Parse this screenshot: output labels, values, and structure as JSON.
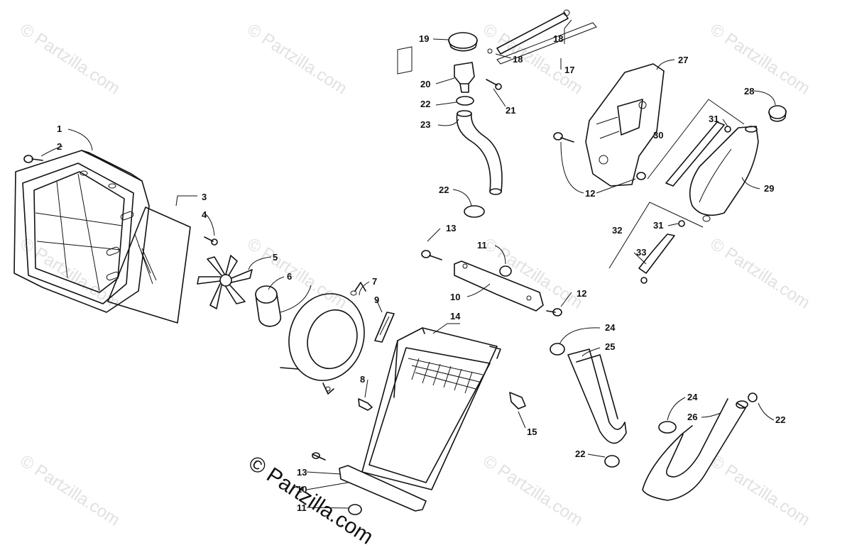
{
  "watermark": {
    "text": "© Partzilla.com"
  },
  "copyright": {
    "text": "© Partzilla.com"
  },
  "callouts": [
    {
      "id": "c1",
      "text": "1"
    },
    {
      "id": "c2",
      "text": "2"
    },
    {
      "id": "c3",
      "text": "3"
    },
    {
      "id": "c4",
      "text": "4"
    },
    {
      "id": "c5",
      "text": "5"
    },
    {
      "id": "c6",
      "text": "6"
    },
    {
      "id": "c7",
      "text": "7"
    },
    {
      "id": "c8",
      "text": "8"
    },
    {
      "id": "c9",
      "text": "9"
    },
    {
      "id": "c10",
      "text": "10"
    },
    {
      "id": "c11a",
      "text": "11"
    },
    {
      "id": "c11b",
      "text": "11"
    },
    {
      "id": "c12a",
      "text": "12"
    },
    {
      "id": "c12b",
      "text": "12"
    },
    {
      "id": "c13a",
      "text": "13"
    },
    {
      "id": "c13b",
      "text": "13"
    },
    {
      "id": "c14",
      "text": "14"
    },
    {
      "id": "c15",
      "text": "15"
    },
    {
      "id": "c16",
      "text": "10"
    },
    {
      "id": "c17",
      "text": "17"
    },
    {
      "id": "c18a",
      "text": "18"
    },
    {
      "id": "c18b",
      "text": "18"
    },
    {
      "id": "c19",
      "text": "19"
    },
    {
      "id": "c20",
      "text": "20"
    },
    {
      "id": "c21",
      "text": "21"
    },
    {
      "id": "c22a",
      "text": "22"
    },
    {
      "id": "c22b",
      "text": "22"
    },
    {
      "id": "c22c",
      "text": "22"
    },
    {
      "id": "c22d",
      "text": "22"
    },
    {
      "id": "c23",
      "text": "23"
    },
    {
      "id": "c24a",
      "text": "24"
    },
    {
      "id": "c24b",
      "text": "24"
    },
    {
      "id": "c25",
      "text": "25"
    },
    {
      "id": "c26",
      "text": "26"
    },
    {
      "id": "c27",
      "text": "27"
    },
    {
      "id": "c28",
      "text": "28"
    },
    {
      "id": "c29",
      "text": "29"
    },
    {
      "id": "c30",
      "text": "30"
    },
    {
      "id": "c31a",
      "text": "31"
    },
    {
      "id": "c31b",
      "text": "31"
    },
    {
      "id": "c32",
      "text": "32"
    },
    {
      "id": "c33",
      "text": "33"
    }
  ]
}
